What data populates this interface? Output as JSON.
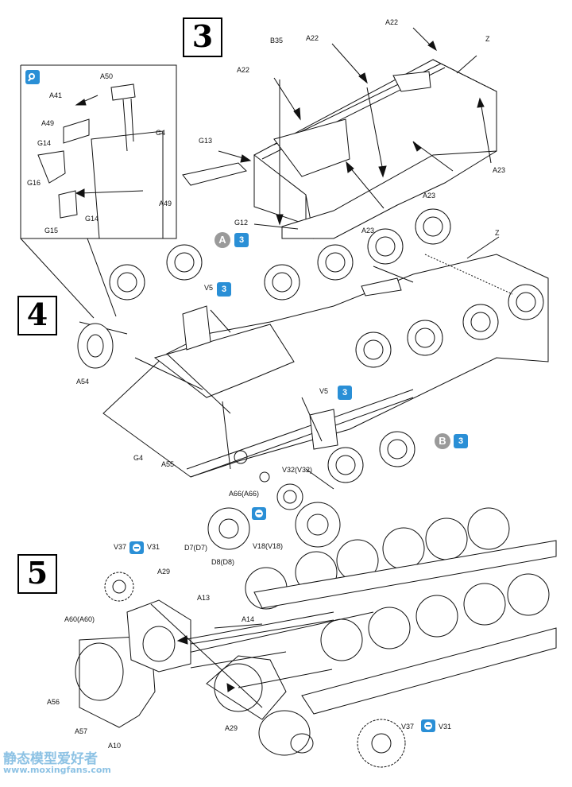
{
  "steps": {
    "s3": "3",
    "s4": "4",
    "s5": "5"
  },
  "badges": {
    "A": "A",
    "B": "B",
    "qtyA": "3",
    "qtyB": "3",
    "qtyV5a": "3",
    "qtyV5b": "3"
  },
  "labels": {
    "a22_1": "A22",
    "a22_2": "A22",
    "a22_3": "A22",
    "b35": "B35",
    "z_top": "Z",
    "g13": "G13",
    "g12": "G12",
    "a23_1": "A23",
    "a23_2": "A23",
    "a23_3": "A23",
    "a50": "A50",
    "a41": "A41",
    "a49_1": "A49",
    "a49_2": "A49",
    "g4_inset": "G4",
    "g14_1": "G14",
    "g14_2": "G14",
    "g16": "G16",
    "g15": "G15",
    "z_mid": "Z",
    "v5_1": "V5",
    "v5_2": "V5",
    "a54": "A54",
    "g4": "G4",
    "a55": "A55",
    "v32": "V32(V32)",
    "a66": "A66(A66)",
    "d7": "D7(D7)",
    "d8": "D8(D8)",
    "v18": "V18(V18)",
    "v37_1": "V37",
    "v31_1": "V31",
    "a29_1": "A29",
    "a13": "A13",
    "a14": "A14",
    "a60": "A60(A60)",
    "a56": "A56",
    "a57": "A57",
    "a10": "A10",
    "a29_2": "A29",
    "v37_2": "V37",
    "v31_2": "V31"
  },
  "icons": {
    "glue": "glue-icon",
    "option": "option-icon"
  },
  "colors": {
    "accent": "#2a8fd6",
    "badge_gray": "#9a9a9a",
    "watermark": "#7ab8e0"
  },
  "watermark": {
    "line1": "静态模型爱好者",
    "line2": "www.moxingfans.com"
  }
}
